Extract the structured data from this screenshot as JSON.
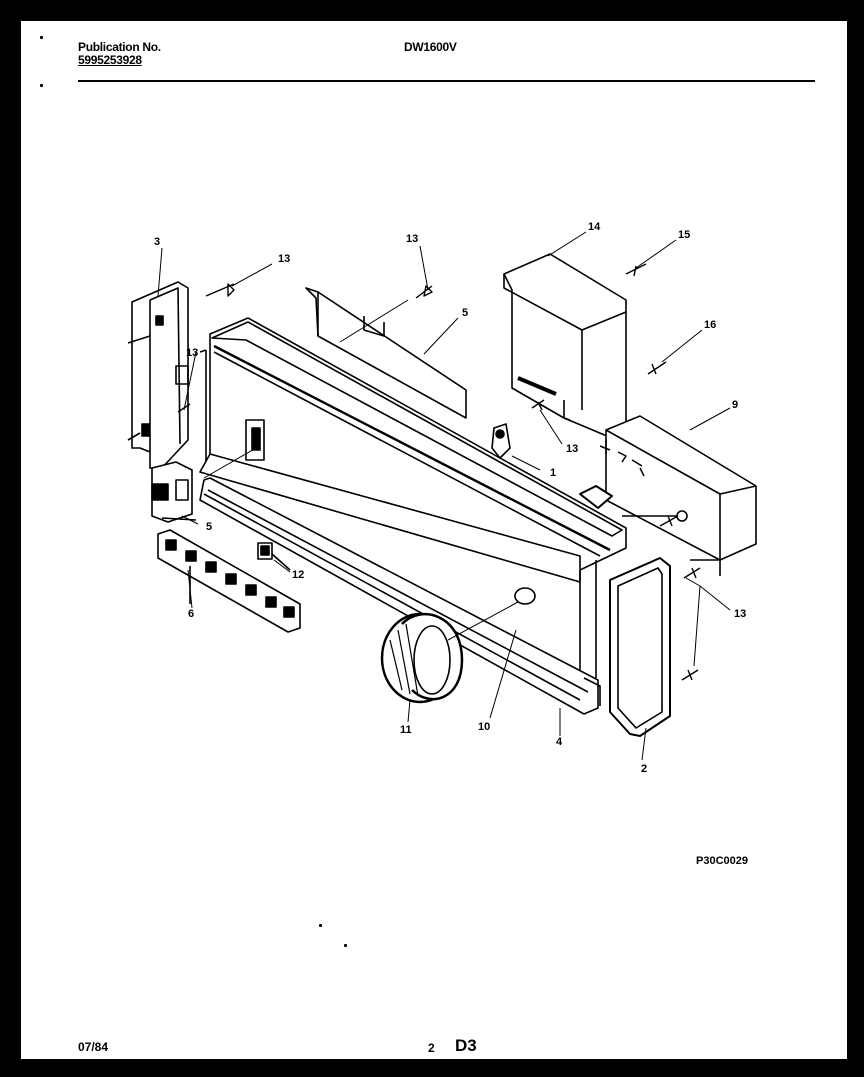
{
  "header": {
    "publication_label": "Publication No.",
    "publication_number": "5995253928",
    "model": "DW1600V"
  },
  "footer": {
    "date": "07/84",
    "page_number": "2",
    "section": "D3"
  },
  "drawing_code": "P30C0029",
  "callouts": {
    "c1": "1",
    "c2": "2",
    "c3": "3",
    "c4": "4",
    "c5a": "5",
    "c5b": "5",
    "c6": "6",
    "c9": "9",
    "c10": "10",
    "c11": "11",
    "c12": "12",
    "c13a": "13",
    "c13b": "13",
    "c13c": "13",
    "c13d": "13",
    "c13e": "13",
    "c14": "14",
    "c15": "15",
    "c16": "16"
  }
}
